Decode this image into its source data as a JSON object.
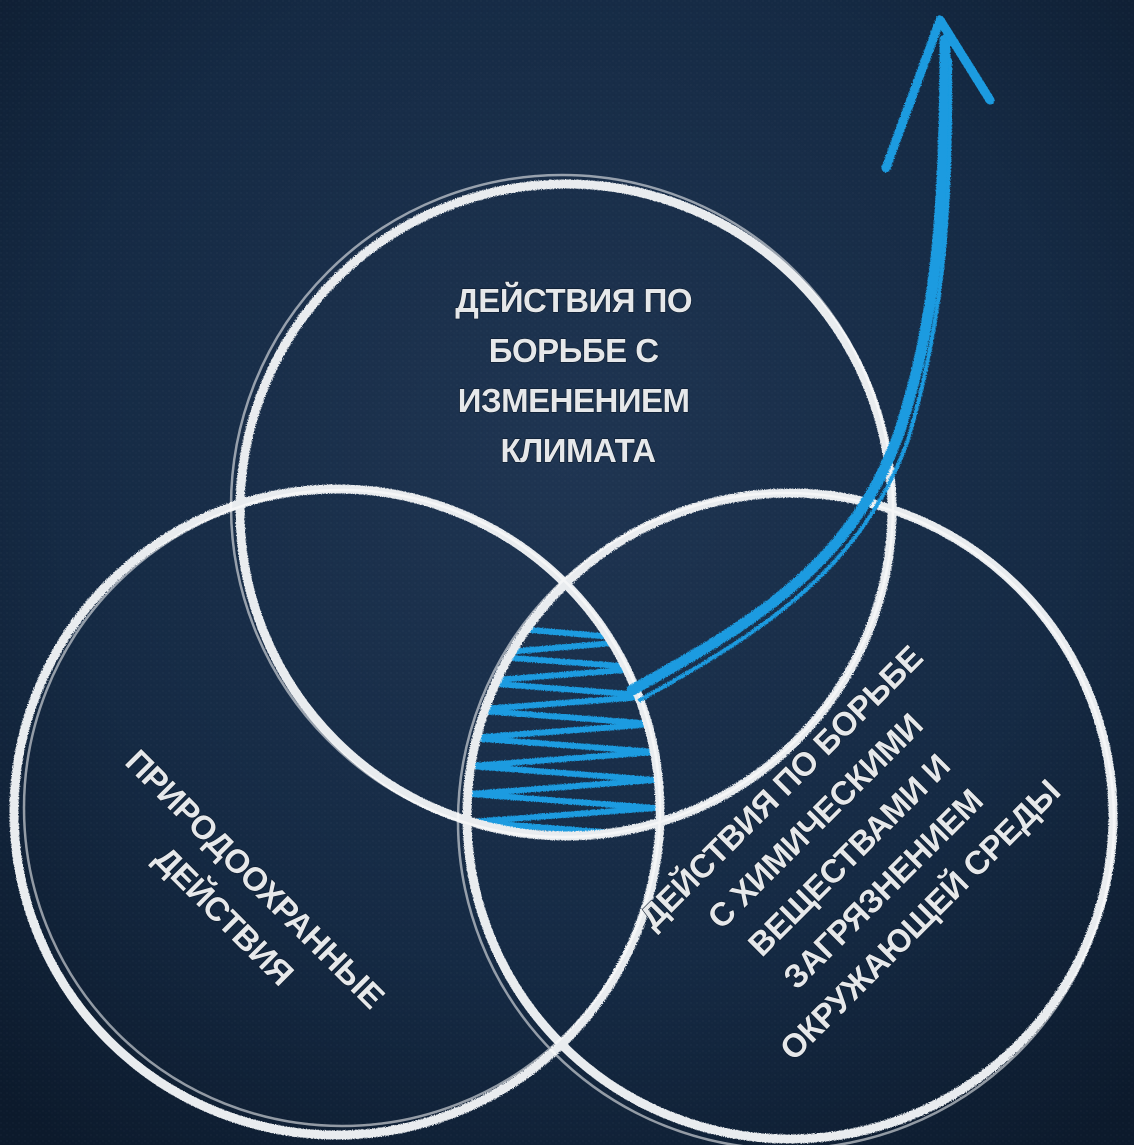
{
  "diagram": {
    "type": "venn",
    "sets": [
      {
        "id": "climate",
        "lines": [
          "ДЕЙСТВИЯ ПО",
          "БОРЬБЕ С",
          "ИЗМЕНЕНИЕМ",
          "КЛИМАТА"
        ]
      },
      {
        "id": "nature",
        "lines": [
          "ПРИРОДООХРАННЫЕ",
          "ДЕЙСТВИЯ"
        ]
      },
      {
        "id": "chemicals",
        "lines": [
          "ДЕЙСТВИЯ ПО БОРЬБЕ",
          "С ХИМИЧЕСКИМИ",
          "ВЕЩЕСТВАМИ И",
          "ЗАГРЯЗНЕНИЕМ",
          "ОКРУЖАЮЩЕЙ СРЕДЫ"
        ]
      }
    ],
    "highlight": {
      "region": "intersection-of-all-three",
      "color": "#1a9be0"
    },
    "arrow": {
      "direction": "up",
      "color": "#1a9be0"
    }
  },
  "colors": {
    "background": "#14263d",
    "chalk": "#e9ecef",
    "accent": "#1a9be0"
  }
}
